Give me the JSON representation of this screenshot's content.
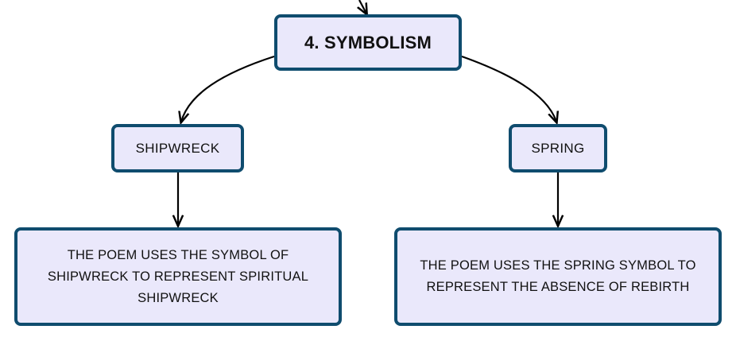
{
  "diagram": {
    "root": {
      "label": "4. SYMBOLISM"
    },
    "branches": [
      {
        "label": "SHIPWRECK",
        "detail": "THE POEM USES THE SYMBOL OF SHIPWRECK TO REPRESENT SPIRITUAL SHIPWRECK"
      },
      {
        "label": "SPRING",
        "detail": "THE POEM USES THE SPRING SYMBOL TO REPRESENT THE ABSENCE OF REBIRTH"
      }
    ]
  },
  "colors": {
    "node_fill": "#eae8fb",
    "node_border": "#0f4c6e",
    "connector": "#000000"
  }
}
